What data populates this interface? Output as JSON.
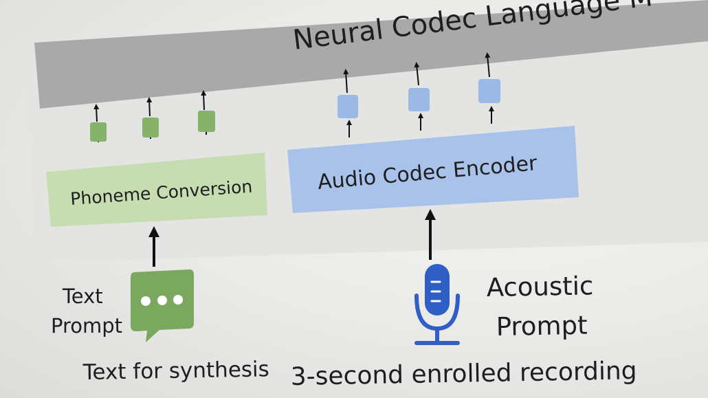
{
  "diagram": {
    "title": "Neural Codec Language M",
    "phoneme_block": "Phoneme Conversion",
    "encoder_block": "Audio Codec Encoder",
    "text_prompt": {
      "line1": "Text",
      "line2": "Prompt"
    },
    "text_caption": "Text for synthesis",
    "acoustic_prompt": {
      "line1": "Acoustic",
      "line2": "Prompt"
    },
    "acoustic_caption": "3-second enrolled recording"
  },
  "colors": {
    "title_bar": "#a9a9a9",
    "phoneme_fill": "#c6ddb2",
    "phoneme_token": "#86b26a",
    "encoder_fill": "#a9c2ea",
    "encoder_token": "#9cb9e6",
    "chat_icon": "#79a85e",
    "mic_icon": "#2f5ec4",
    "arrow": "#111111"
  },
  "icons": [
    "chat-bubble-icon",
    "microphone-icon"
  ]
}
